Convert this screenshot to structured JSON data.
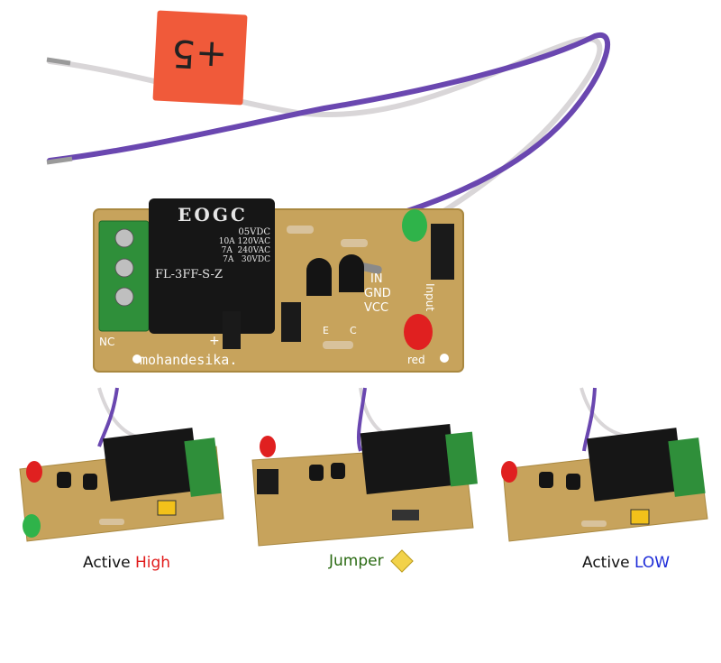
{
  "tag": {
    "label": "+5"
  },
  "relay": {
    "brand": "EOGC",
    "voltage": "05VDC",
    "rating1": "10A 120VAC",
    "rating2": "7A  240VAC",
    "rating3": "7A   30VDC",
    "model": "FL-3FF-S-Z"
  },
  "board": {
    "pin_in": "IN",
    "pin_gnd": "GND",
    "pin_vcc": "VCC",
    "input_label": "Input",
    "red_label": "red",
    "nc_label": "NC",
    "brand_text": "mohandesika.",
    "plus_label": "+",
    "emitter": "E",
    "collector": "C"
  },
  "captions": {
    "high_prefix": "Active ",
    "high_word": "High",
    "jumper": "Jumper",
    "low_prefix": "Active ",
    "low_word": "LOW"
  },
  "colors": {
    "board": "#c7a35c",
    "relay": "#161616",
    "terminal": "#2f8f3a",
    "high": "#e11b1b",
    "jumper": "#2a6a12",
    "low": "#1d2bd8",
    "wire_purple": "#6a47b0",
    "tag": "#f05a3a"
  }
}
